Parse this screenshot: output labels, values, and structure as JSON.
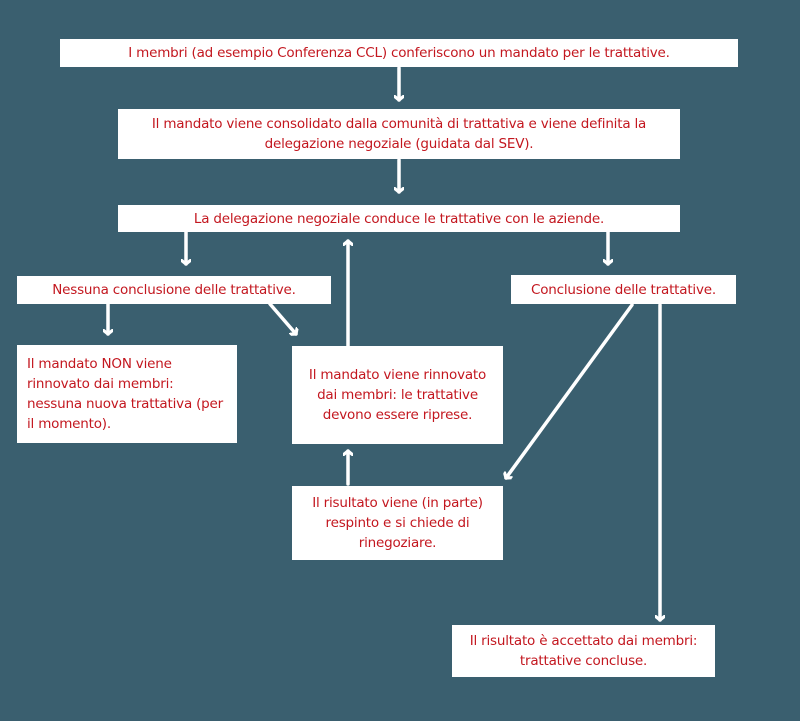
{
  "colors": {
    "background": "#3a5f6f",
    "box_fill": "#ffffff",
    "text": "#c3171f",
    "arrow": "#ffffff"
  },
  "nodes": {
    "mandate": "I membri (ad esempio Conferenza CCL) conferiscono un mandato per le trattative.",
    "consolidation": "Il mandato viene consolidato dalla comunità di trattativa  e viene definita la delegazione negoziale (guidata dal SEV).",
    "negotiation": "La delegazione negoziale conduce le trattative con le aziende.",
    "no_conclusion": "Nessuna conclusione delle trattative.",
    "conclusion": "Conclusione delle trattative.",
    "not_renewed": "Il mandato NON viene rinnovato dai membri: nessuna nuova trattativa (per il momento).",
    "renewed": "Il mandato viene rinnovato dai membri: le trattative devono essere riprese.",
    "rejected": "Il risultato viene (in parte) respinto e si chiede di rinegoziare.",
    "accepted": "Il risultato è accettato dai membri: trattative concluse."
  },
  "edges": [
    [
      "mandate",
      "consolidation"
    ],
    [
      "consolidation",
      "negotiation"
    ],
    [
      "negotiation",
      "no_conclusion"
    ],
    [
      "negotiation",
      "conclusion"
    ],
    [
      "no_conclusion",
      "not_renewed"
    ],
    [
      "no_conclusion",
      "renewed"
    ],
    [
      "renewed",
      "negotiation"
    ],
    [
      "conclusion",
      "rejected"
    ],
    [
      "conclusion",
      "accepted"
    ],
    [
      "rejected",
      "renewed"
    ]
  ]
}
